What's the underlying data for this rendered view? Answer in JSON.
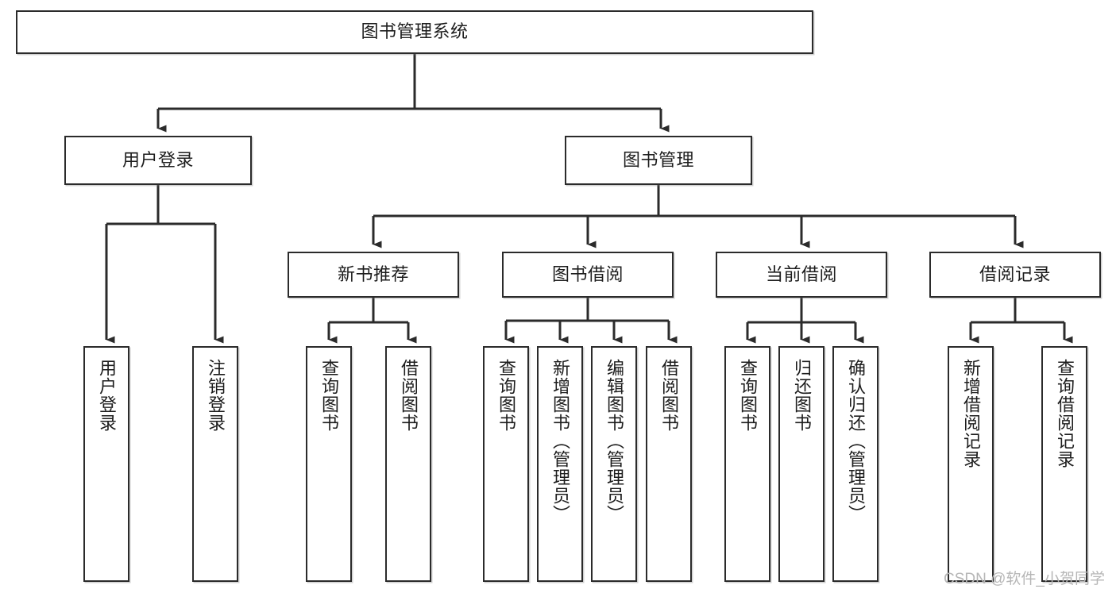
{
  "diagram": {
    "type": "tree-hierarchy",
    "title_node": {
      "id": "root",
      "label": "图书管理系统"
    },
    "levels": [
      {
        "level": 1,
        "nodes": [
          {
            "id": "root",
            "label": "图书管理系统",
            "orientation": "horizontal"
          }
        ]
      },
      {
        "level": 2,
        "nodes": [
          {
            "id": "user-login",
            "label": "用户登录",
            "orientation": "horizontal",
            "parent": "root"
          },
          {
            "id": "book-manage",
            "label": "图书管理",
            "orientation": "horizontal",
            "parent": "root"
          }
        ]
      },
      {
        "level": 3,
        "nodes": [
          {
            "id": "new-book-rec",
            "label": "新书推荐",
            "orientation": "horizontal",
            "parent": "book-manage"
          },
          {
            "id": "book-borrow",
            "label": "图书借阅",
            "orientation": "horizontal",
            "parent": "book-manage"
          },
          {
            "id": "current-borrow",
            "label": "当前借阅",
            "orientation": "horizontal",
            "parent": "book-manage"
          },
          {
            "id": "borrow-record",
            "label": "借阅记录",
            "orientation": "horizontal",
            "parent": "book-manage"
          }
        ]
      },
      {
        "level": 4,
        "nodes": [
          {
            "id": "leaf-user-login",
            "label": "用户登录",
            "orientation": "vertical",
            "parent": "user-login"
          },
          {
            "id": "leaf-logout",
            "label": "注销登录",
            "orientation": "vertical",
            "parent": "user-login"
          },
          {
            "id": "leaf-query-book-1",
            "label": "查询图书",
            "orientation": "vertical",
            "parent": "new-book-rec"
          },
          {
            "id": "leaf-borrow-book-1",
            "label": "借阅图书",
            "orientation": "vertical",
            "parent": "new-book-rec"
          },
          {
            "id": "leaf-query-book-2",
            "label": "查询图书",
            "orientation": "vertical",
            "parent": "book-borrow"
          },
          {
            "id": "leaf-add-book",
            "label": "新增图书（管理员）",
            "orientation": "vertical",
            "parent": "book-borrow"
          },
          {
            "id": "leaf-edit-book",
            "label": "编辑图书（管理员）",
            "orientation": "vertical",
            "parent": "book-borrow"
          },
          {
            "id": "leaf-borrow-book-2",
            "label": "借阅图书",
            "orientation": "vertical",
            "parent": "book-borrow"
          },
          {
            "id": "leaf-query-book-3",
            "label": "查询图书",
            "orientation": "vertical",
            "parent": "current-borrow"
          },
          {
            "id": "leaf-return-book",
            "label": "归还图书",
            "orientation": "vertical",
            "parent": "current-borrow"
          },
          {
            "id": "leaf-confirm-return",
            "label": "确认归还（管理员）",
            "orientation": "vertical",
            "parent": "current-borrow"
          },
          {
            "id": "leaf-add-record",
            "label": "新增借阅记录",
            "orientation": "vertical",
            "parent": "borrow-record"
          },
          {
            "id": "leaf-query-record",
            "label": "查询借阅记录",
            "orientation": "vertical",
            "parent": "borrow-record"
          }
        ]
      }
    ],
    "colors": {
      "stroke": "#2b2b2b",
      "fill": "#ffffff",
      "text": "#1d1d1d",
      "watermark": "#b6b6b6"
    }
  },
  "watermark": {
    "text": "CSDN @软件_小贺同学"
  }
}
